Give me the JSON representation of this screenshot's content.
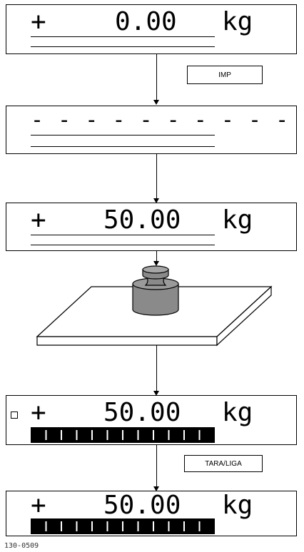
{
  "displays": [
    {
      "sign": "+",
      "value": "0.00",
      "unit": "kg"
    },
    {
      "dashes": "- - - - - - - - - -"
    },
    {
      "sign": "+",
      "value": "50.00",
      "unit": "kg"
    },
    {
      "sign": "+",
      "value": "50.00",
      "unit": "kg"
    },
    {
      "sign": "+",
      "value": "50.00",
      "unit": "kg"
    }
  ],
  "buttons": {
    "imp": "IMP",
    "tara": "TARA/LIGA"
  },
  "figure_code": "130-0509"
}
